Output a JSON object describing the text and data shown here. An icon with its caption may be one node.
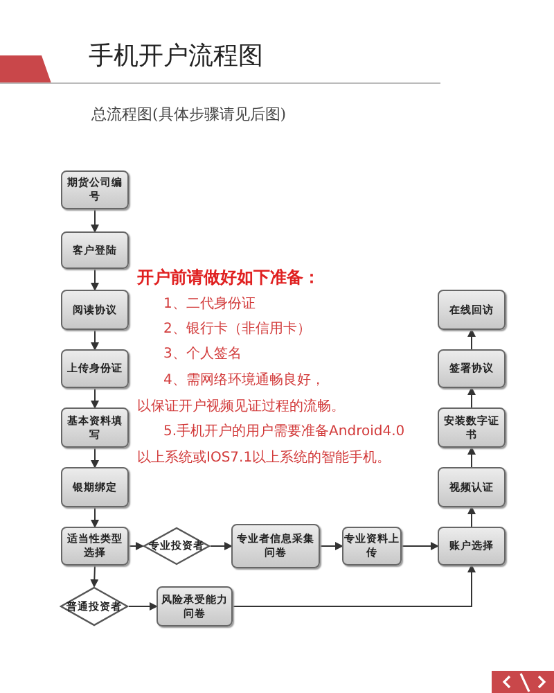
{
  "diagram": {
    "title": "手机开户流程图",
    "nodes": [
      {
        "text": [
          "期货公司编号"
        ]
      },
      {
        "text": [
          "客户登陆"
        ]
      },
      {
        "text": [
          "阅读协议"
        ]
      },
      {
        "text": [
          "上传身份证"
        ]
      },
      {
        "text": [
          "基本资料填写"
        ]
      },
      {
        "text": [
          "银期绑定"
        ]
      },
      {
        "text": [
          "适当性类型选择"
        ]
      },
      {
        "text": [
          "专业投资者"
        ]
      },
      {
        "text": [
          "专业者信息采集问卷"
        ]
      },
      {
        "text": [
          "专业资料上传"
        ]
      },
      {
        "text": [
          "账户选择"
        ]
      },
      {
        "text": [
          "视频认证"
        ]
      },
      {
        "text": [
          "安装数字证书"
        ]
      },
      {
        "text": [
          "签署协议"
        ]
      },
      {
        "text": [
          "在线回访"
        ]
      },
      {
        "text": [
          "普通投资者"
        ]
      },
      {
        "text": [
          "风险承受能力问卷"
        ]
      }
    ],
    "edges": [
      {
        "from": 0,
        "to": 1,
        "arrow": "to"
      },
      {
        "from": 1,
        "to": 2,
        "arrow": "to"
      },
      {
        "from": 2,
        "to": 3,
        "arrow": "to"
      },
      {
        "from": 3,
        "to": 4,
        "arrow": "to"
      },
      {
        "from": 4,
        "to": 5,
        "arrow": "to"
      },
      {
        "from": 5,
        "to": 6,
        "arrow": "to"
      },
      {
        "from": 6,
        "to": 7,
        "arrow": "to"
      },
      {
        "from": 7,
        "to": 8,
        "arrow": "to"
      },
      {
        "from": 8,
        "to": 9,
        "arrow": "to"
      },
      {
        "from": 9,
        "to": 10,
        "arrow": "to"
      },
      {
        "from": 6,
        "to": 15,
        "arrow": "to"
      },
      {
        "from": 15,
        "to": 16,
        "arrow": "to"
      },
      {
        "from": 16,
        "to": 10,
        "arrow": "to"
      },
      {
        "from": 10,
        "to": 11,
        "arrow": "to"
      },
      {
        "from": 11,
        "to": 12,
        "arrow": "to"
      },
      {
        "from": 12,
        "to": 13,
        "arrow": "to"
      },
      {
        "from": 13,
        "to": 14,
        "arrow": "to"
      }
    ],
    "labels": [
      "总流程图(具体步骤请见后图)",
      "开户前请做好如下准备：",
      "1、二代身份证",
      "2、银行卡（非信用卡）",
      "3、个人签名",
      "4、需网络环境通畅良好，",
      "以保证开户视频见证过程的流畅。",
      "5.手机开户的用户需要准备Android4.0",
      "以上系统或IOS7.1以上系统的智能手机。"
    ]
  }
}
